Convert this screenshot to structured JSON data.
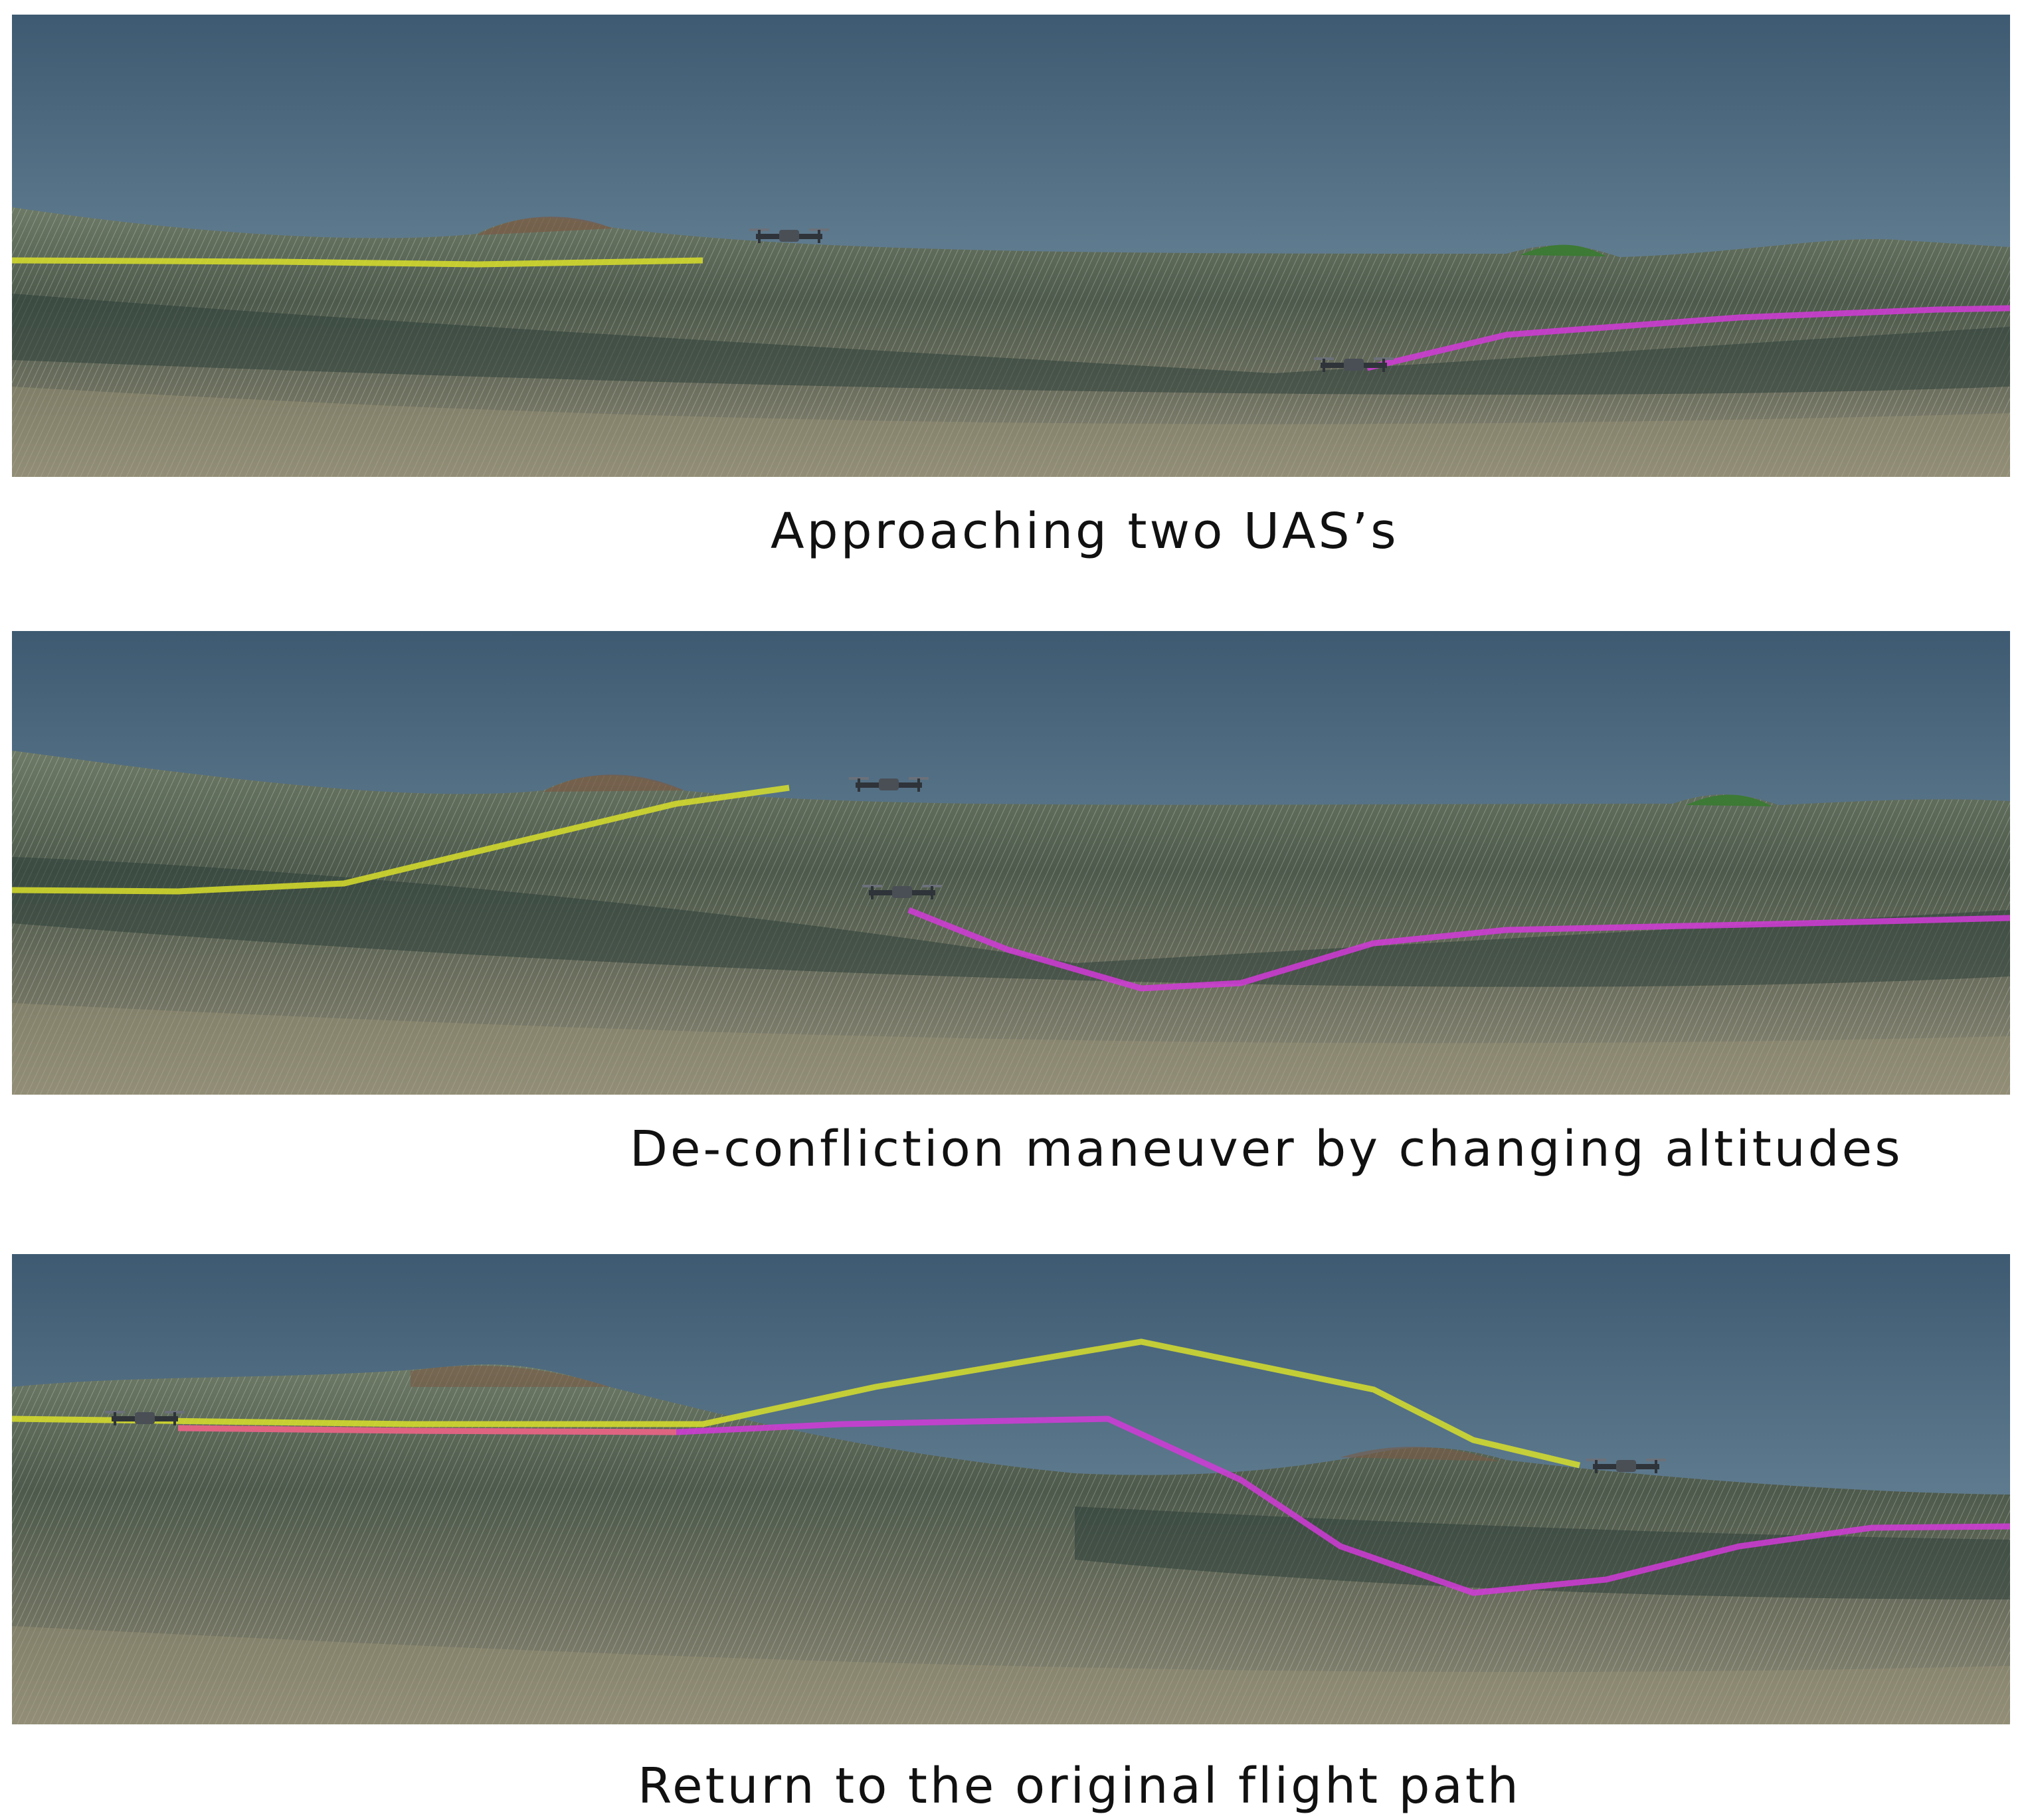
{
  "panels": [
    {
      "caption": "Approaching two UAS’s",
      "colors": {
        "path_a": "#d8df2a",
        "path_b": "#d23ad8"
      }
    },
    {
      "caption": "De-confliction maneuver by changing altitudes",
      "colors": {
        "path_a": "#d8df2a",
        "path_b": "#d23ad8"
      }
    },
    {
      "caption": "Return to the original flight path",
      "colors": {
        "path_a": "#d8df2a",
        "path_b": "#d23ad8"
      }
    }
  ],
  "icons": [
    "uas-drone-icon"
  ]
}
